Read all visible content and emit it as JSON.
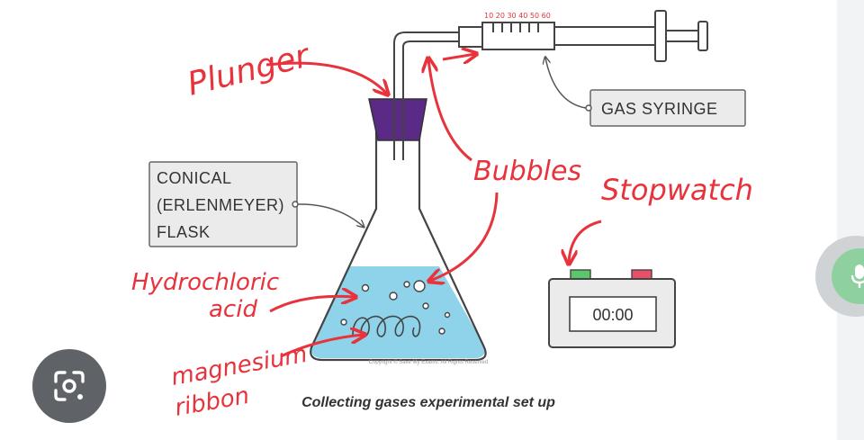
{
  "labels": {
    "plunger": "Plunger",
    "gas_syringe": "GAS SYRINGE",
    "conical_flask_lines": [
      "CONICAL",
      "(ERLENMEYER)",
      "FLASK"
    ],
    "bubbles": "Bubbles",
    "stopwatch": "Stopwatch",
    "acid_line1": "Hydrochloric",
    "acid_line2": "acid",
    "ribbon_line1": "magnesium",
    "ribbon_line2": "ribbon",
    "timer_display": "00:00",
    "syringe_scale": "10 20 30 40 50 60",
    "caption": "Collecting gases experimental set up",
    "copyright": "Copyright © Save My Exams. All Rights Reserved"
  },
  "colors": {
    "annotation_red": "#e8323c",
    "liquid_blue": "#8fd3ea",
    "stopper_purple": "#5b2a86",
    "box_grey": "#ebebeb"
  },
  "icons": {
    "lens": "google-lens-icon",
    "mic": "microphone-icon"
  }
}
